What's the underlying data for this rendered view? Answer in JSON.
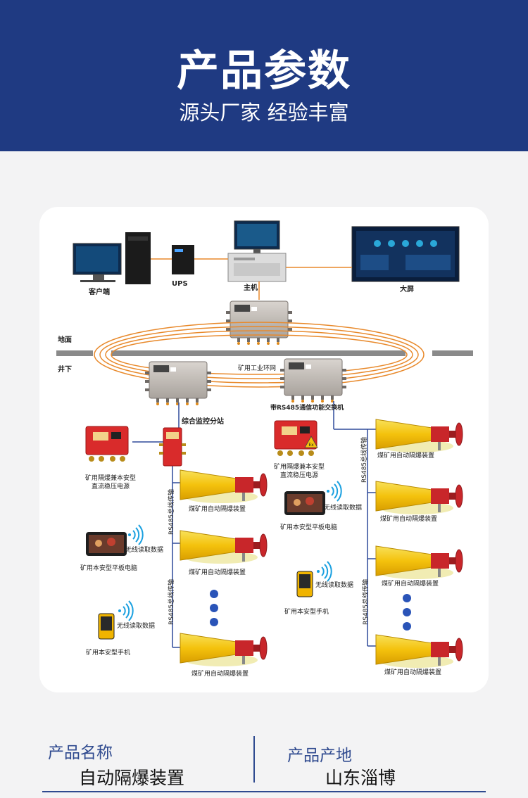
{
  "header": {
    "title": "产品参数",
    "subtitle": "源头厂家 经验丰富"
  },
  "diagram": {
    "client": "客户端",
    "ups": "UPS",
    "host": "主机",
    "big_screen": "大屏",
    "ground": "地面",
    "underground": "井下",
    "ring_network": "矿用工业环网",
    "monitor_substation": "综合监控分站",
    "rs485_switch": "带RS485通信功能交换机",
    "power_supply_line1": "矿用隔爆兼本安型",
    "power_supply_line2": "直流稳压电源",
    "device": "煤矿用自动隔爆装置",
    "rs485_bus": "RS485总线传输",
    "wireless": "无线读取数据",
    "tablet": "矿用本安型平板电脑",
    "phone": "矿用本安型手机",
    "ex_mark": "Ex"
  },
  "product": {
    "name_label": "产品名称",
    "name_value": "自动隔爆装置",
    "origin_label": "产品产地",
    "origin_value": "山东淄博"
  },
  "colors": {
    "header_bg": "#1f3a82",
    "ring": "#e8892b",
    "device_yellow": "#f4c20d",
    "device_red": "#c8262a"
  }
}
